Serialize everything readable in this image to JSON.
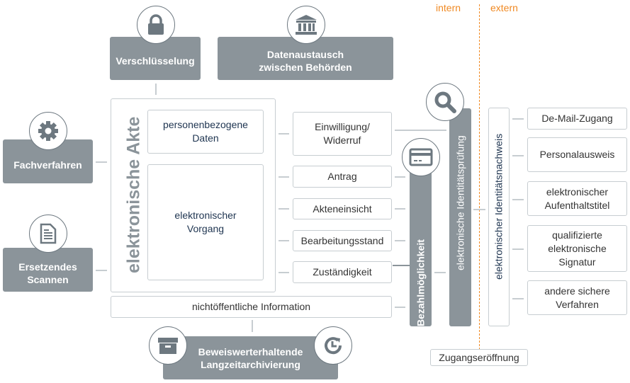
{
  "zones": {
    "intern": "intern",
    "extern": "extern"
  },
  "top": {
    "encryption": "Verschlüsselung",
    "exchange": "Datenaustausch zwischen Behörden"
  },
  "left": {
    "specialist": "Fachverfahren",
    "scanning": "Ersetzendes Scannen"
  },
  "akte": {
    "title": "elektronische Akte",
    "personal_data": "personenbezogene Daten",
    "process": "elektronischer Vorgang"
  },
  "items": [
    "Einwilligung/ Widerruf",
    "Antrag",
    "Akteneinsicht",
    "Bearbeitungsstand",
    "Zuständigkeit"
  ],
  "nonpublic": "nichtöffentliche Information",
  "archive": "Beweiswerterhaltende Langzeitarchivierung",
  "bars": {
    "payment": "Bezahlmöglichkeit",
    "id_check": "elektronische Identitätsprüfung",
    "id_proof": "elektronischer Identitätsnachweis"
  },
  "methods": [
    "De-Mail-Zugang",
    "Personalausweis",
    "elektronischer Aufenthaltstitel",
    "qualifizierte elektronische Signatur",
    "andere sichere Verfahren"
  ],
  "access": "Zugangseröffnung",
  "colors": {
    "box": "#8b949a",
    "divider": "#f08a24",
    "navy": "#1e3450"
  }
}
